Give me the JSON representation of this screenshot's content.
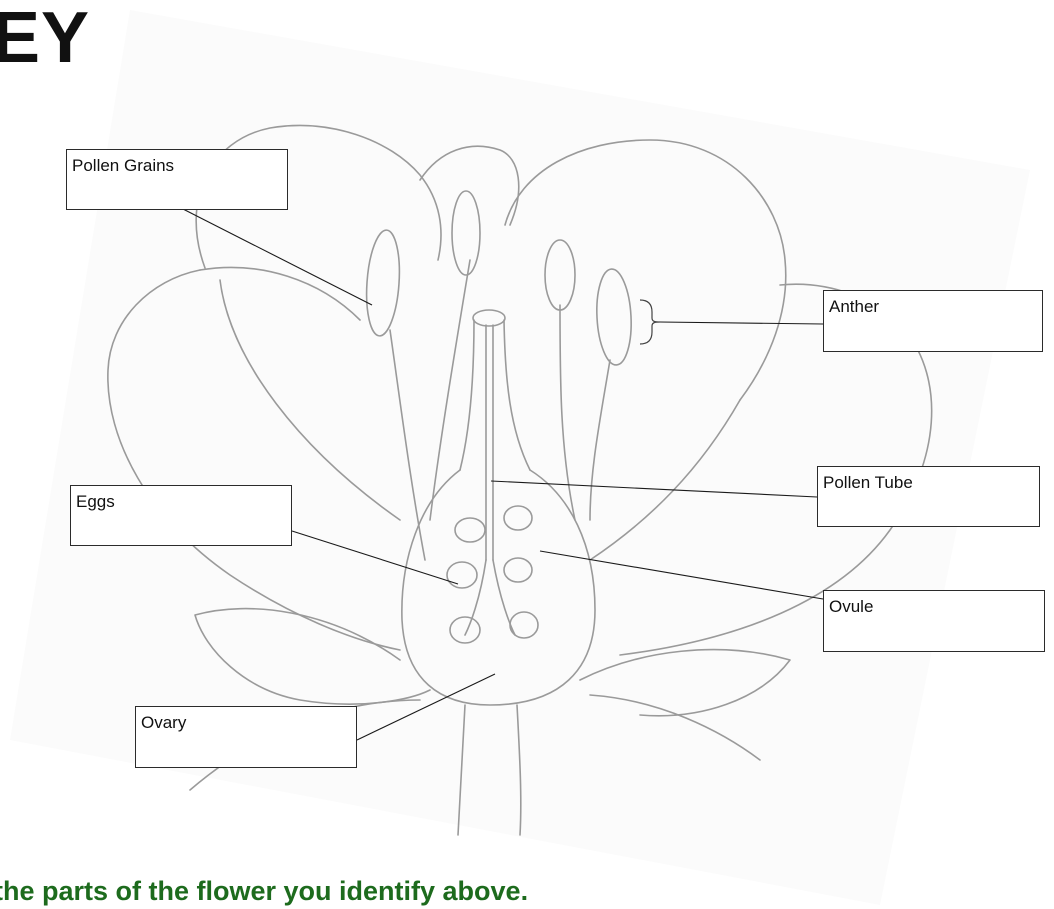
{
  "title": "EY",
  "labels": {
    "pollen_grains": "Pollen Grains",
    "anther": "Anther",
    "eggs": "Eggs",
    "pollen_tube": "Pollen Tube",
    "ovule": "Ovule",
    "ovary": "Ovary"
  },
  "instruction": "the parts of the flower you identify above.",
  "colors": {
    "pencil": "#9a9a9a",
    "leader_line": "#1a1a1a",
    "instruction_text": "#1d6b1d"
  }
}
